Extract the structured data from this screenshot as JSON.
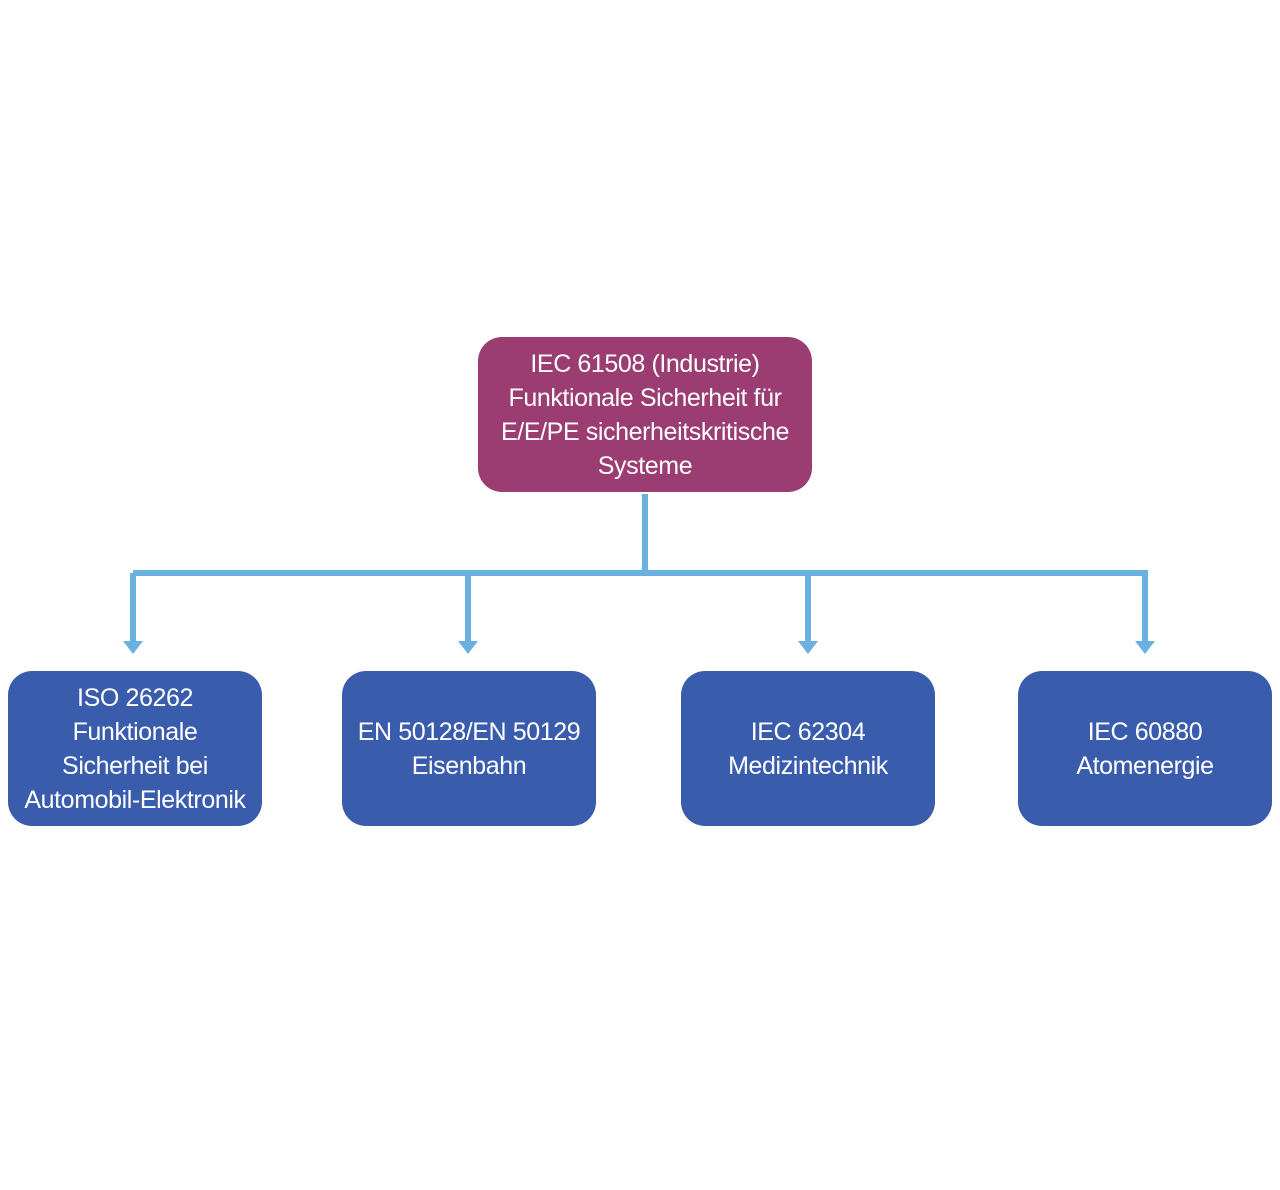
{
  "colors": {
    "root_fill": "#9b3d72",
    "child_fill": "#3a5cad",
    "connector": "#6ab0e0",
    "background": "#ffffff"
  },
  "root": {
    "lines": [
      "IEC 61508 (Industrie)",
      "Funktionale Sicherheit für",
      "E/E/PE sicherheitskritische",
      "Systeme"
    ]
  },
  "children": [
    {
      "lines": [
        "ISO 26262",
        "Funktionale",
        "Sicherheit bei",
        "Automobil-Elektronik"
      ]
    },
    {
      "lines": [
        "EN 50128/EN 50129",
        "Eisenbahn"
      ]
    },
    {
      "lines": [
        "IEC 62304",
        "Medizintechnik"
      ]
    },
    {
      "lines": [
        "IEC 60880",
        "Atomenergie"
      ]
    }
  ]
}
